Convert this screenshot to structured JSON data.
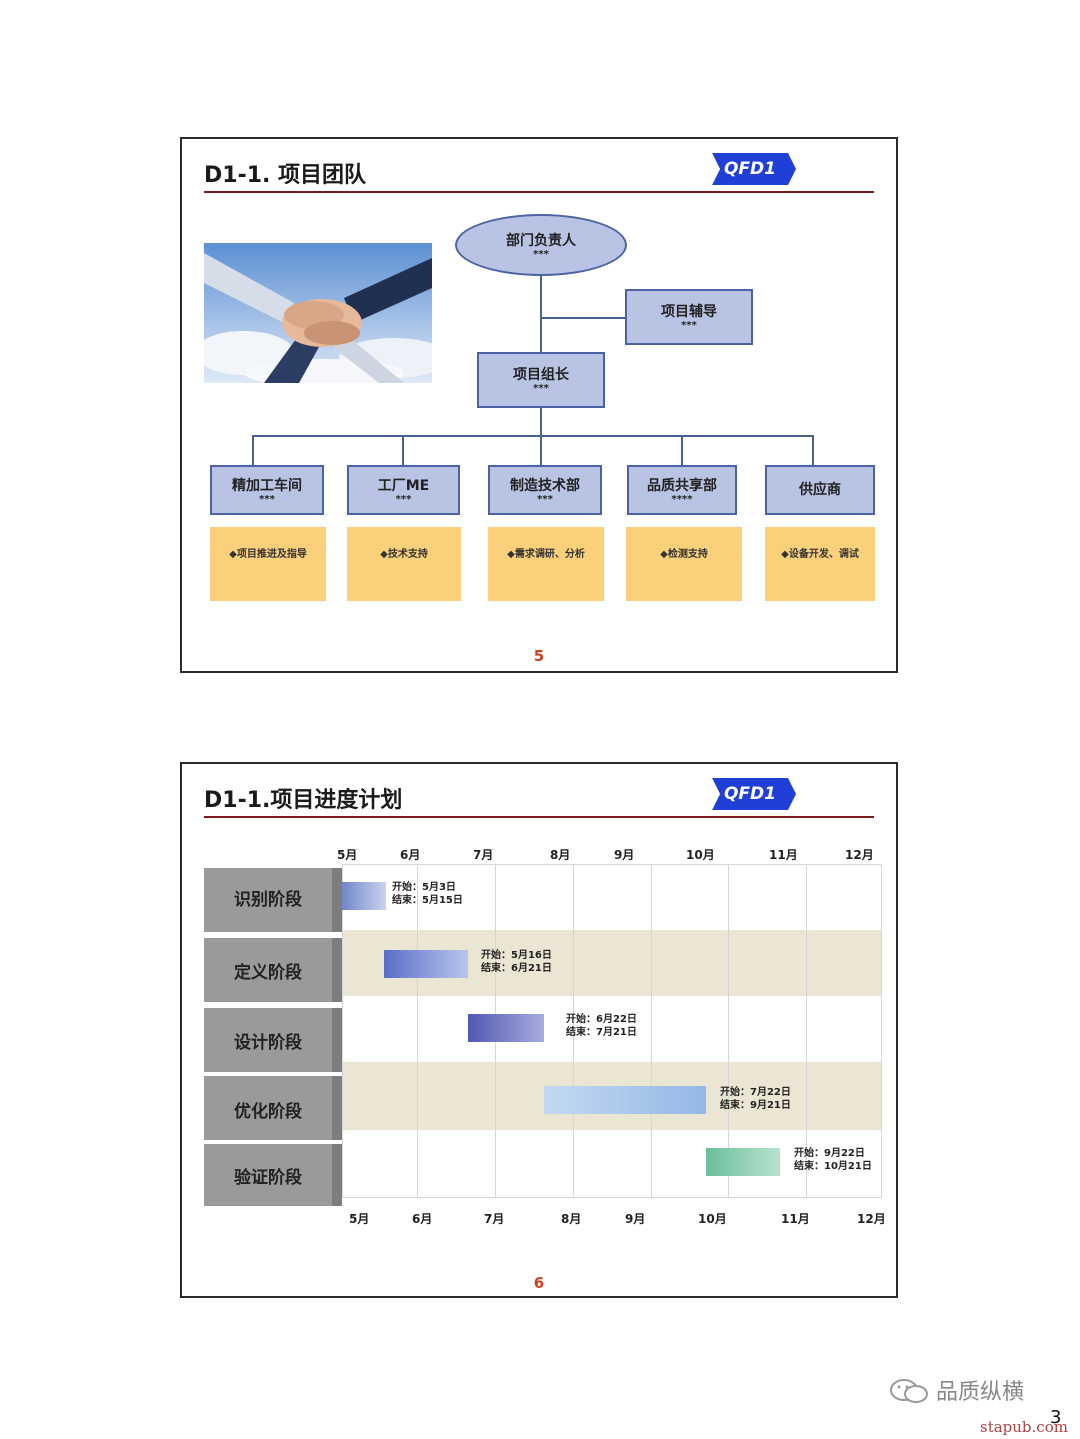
{
  "slide1": {
    "title": "D1-1. 项目团队",
    "logo": "QFD1",
    "head": {
      "title": "部门负责人",
      "sub": "***"
    },
    "advisor": {
      "title": "项目辅导",
      "sub": "***"
    },
    "leader": {
      "title": "项目组长",
      "sub": "***"
    },
    "departments": [
      {
        "title": "精加工车间",
        "sub": "***",
        "duty": "◆项目推进及指导"
      },
      {
        "title": "工厂ME",
        "sub": "***",
        "duty": "◆技术支持"
      },
      {
        "title": "制造技术部",
        "sub": "***",
        "duty": "◆需求调研、分析"
      },
      {
        "title": "品质共享部",
        "sub": "****",
        "duty": "◆检测支持"
      },
      {
        "title": "供应商",
        "sub": "",
        "duty": "◆设备开发、调试"
      }
    ],
    "page": "5"
  },
  "slide2": {
    "title": "D1-1.项目进度计划",
    "logo": "QFD1",
    "months_top": [
      "5月",
      "6月",
      "7月",
      "8月",
      "9月",
      "10月",
      "11月",
      "12月"
    ],
    "months_bottom": [
      "5月",
      "6月",
      "7月",
      "8月",
      "9月",
      "10月",
      "11月",
      "12月"
    ],
    "phases": [
      {
        "name": "识别阶段",
        "start": "开始：5月3日",
        "end": "结束：5月15日",
        "color": "#8ea2d8"
      },
      {
        "name": "定义阶段",
        "start": "开始：5月16日",
        "end": "结束：6月21日",
        "color": "#6b7fcf"
      },
      {
        "name": "设计阶段",
        "start": "开始：6月22日",
        "end": "结束：7月21日",
        "color": "#5a63b8"
      },
      {
        "name": "优化阶段",
        "start": "开始：7月22日",
        "end": "结束：9月21日",
        "color": "#a9c6ea"
      },
      {
        "name": "验证阶段",
        "start": "开始：9月22日",
        "end": "结束：10月21日",
        "color": "#7dc6a6"
      }
    ],
    "page": "6"
  },
  "footer": {
    "watermark": "品质纵横",
    "corner_number": "3",
    "site": "stapub.com"
  }
}
